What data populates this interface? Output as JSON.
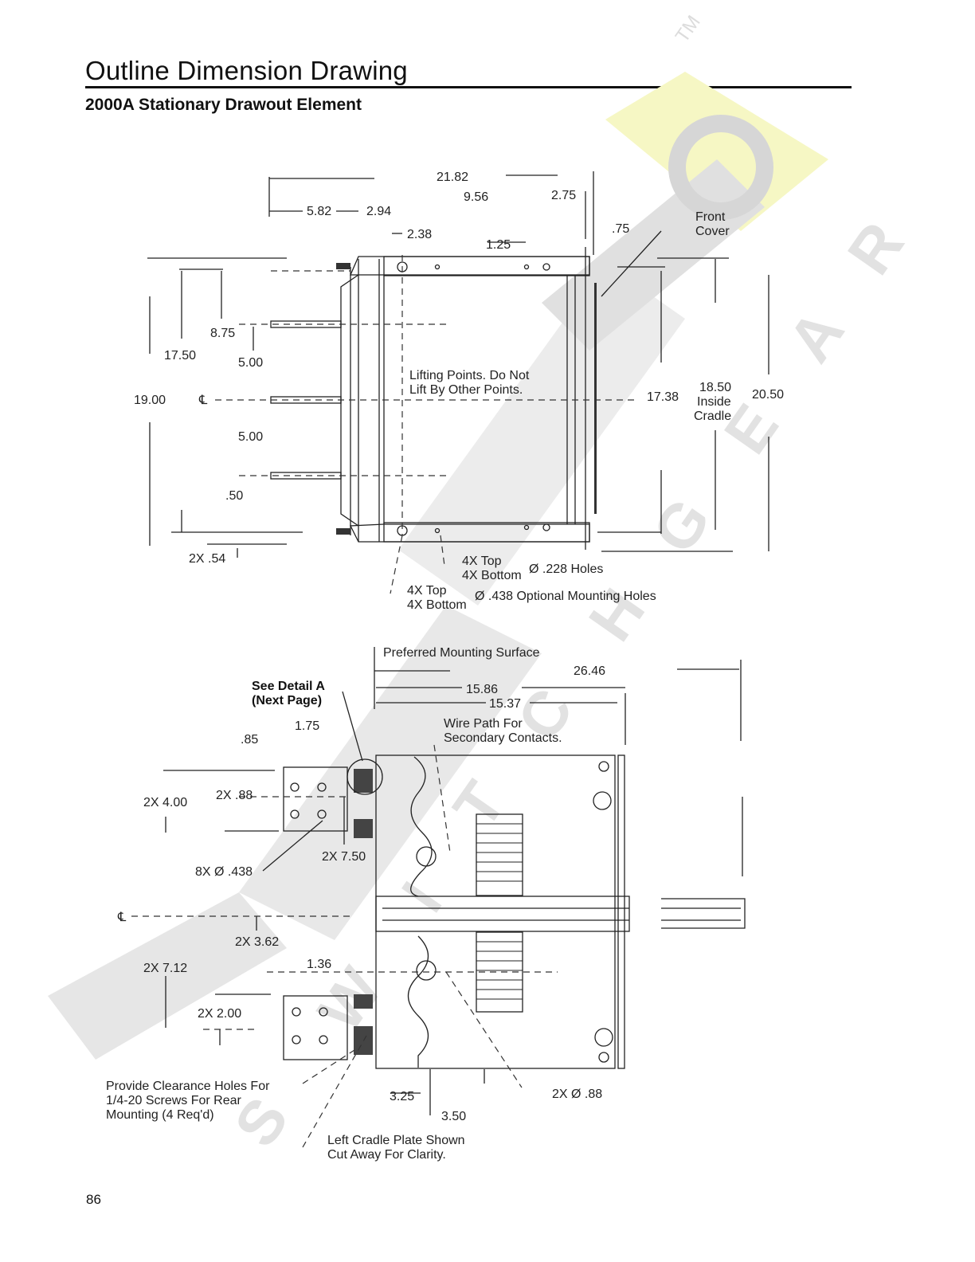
{
  "header": {
    "title": "Outline Dimension Drawing",
    "subtitle": "2000A Stationary Drawout Element"
  },
  "watermark": {
    "letters": [
      "S",
      "W",
      "I",
      "T",
      "C",
      "H",
      "G",
      "E",
      "A",
      "R"
    ],
    "trademark": "TM",
    "colors": {
      "gray": "#dcdcdc",
      "yellow": "#f6f7c4"
    }
  },
  "top_view": {
    "dim_21_82": "21.82",
    "dim_9_56": "9.56",
    "dim_2_75": "2.75",
    "dim_5_82": "5.82",
    "dim_2_94": "2.94",
    "dim_2_38": "2.38",
    "dim_075": ".75",
    "dim_1_25": "1.25",
    "front_cover_1": "Front",
    "front_cover_2": "Cover",
    "dim_8_75": "8.75",
    "dim_17_50": "17.50",
    "dim_5_00_a": "5.00",
    "dim_19_00": "19.00",
    "centerline": "℄",
    "dim_5_00_b": "5.00",
    "dim_050": ".50",
    "dim_2x_054": "2X .54",
    "lifting_1": "Lifting Points. Do Not",
    "lifting_2": "Lift By Other Points.",
    "dim_17_38": "17.38",
    "dim_18_50": "18.50",
    "inside": "Inside",
    "cradle": "Cradle",
    "dim_20_50": "20.50",
    "holes_top": "4X Top",
    "holes_bottom": "4X Bottom",
    "holes_228": "Ø .228 Holes",
    "mount_top": "4X Top",
    "mount_bottom": "4X Bottom",
    "mount_438": "Ø .438 Optional Mounting Holes"
  },
  "side_view": {
    "preferred_surface": "Preferred Mounting Surface",
    "dim_26_46": "26.46",
    "see_detail_1": "See Detail A",
    "see_detail_2": "(Next Page)",
    "dim_15_86": "15.86",
    "dim_15_37": "15.37",
    "dim_1_75": "1.75",
    "dim_085": ".85",
    "wire_path_1": "Wire Path For",
    "wire_path_2": "Secondary Contacts.",
    "dim_2x_4_00": "2X 4.00",
    "dim_2x_088": "2X .88",
    "dim_2x_7_50": "2X 7.50",
    "dim_8x_438": "8X  Ø .438",
    "centerline": "℄",
    "dim_2x_3_62": "2X 3.62",
    "dim_1_36": "1.36",
    "dim_2x_7_12": "2X 7.12",
    "dim_2x_2_00": "2X 2.00",
    "clearance_1": "Provide Clearance Holes For",
    "clearance_2": "1/4-20 Screws For Rear",
    "clearance_3": "Mounting (4 Req'd)",
    "dim_3_25": "3.25",
    "dim_2x_0_88": "2X  Ø .88",
    "dim_3_50": "3.50",
    "cutaway_1": "Left Cradle Plate Shown",
    "cutaway_2": "Cut Away For Clarity."
  },
  "footer": {
    "page_number": "86"
  }
}
